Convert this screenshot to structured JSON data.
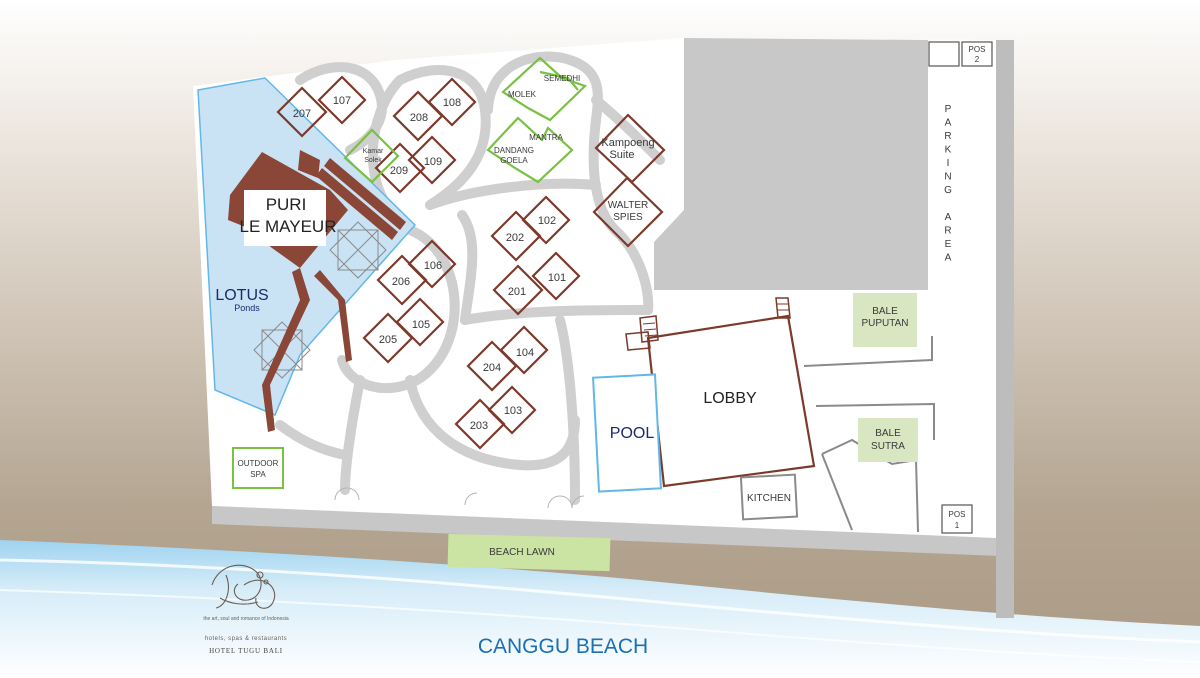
{
  "colors": {
    "sand": "#ad9c87",
    "sand_light": "#e9e1d8",
    "sea": "#cfe8f7",
    "sea_deep": "#8fcbed",
    "pond": "#c9e3f5",
    "pond_edge": "#63b7e7",
    "parking": "#c8c8c8",
    "room_outline": "#7b3a2a",
    "villa_outline": "#79c043",
    "bale_fill": "#d8e7c2",
    "beach_lawn": "#cbe3a3",
    "label_blue": "#1a6fb5",
    "label_navy": "#1c2a6b"
  },
  "rooms": {
    "r107": "107",
    "r207": "207",
    "r108": "108",
    "r208": "208",
    "r109": "109",
    "r209": "209",
    "r102": "102",
    "r202": "202",
    "r101": "101",
    "r201": "201",
    "r106": "106",
    "r206": "206",
    "r105": "105",
    "r205": "205",
    "r104": "104",
    "r204": "204",
    "r103": "103",
    "r203": "203"
  },
  "villas": {
    "semedhi": "SEMEDHI",
    "molek": "MOLEK",
    "mantra": "MANTRA",
    "dandang_1": "DANDANG",
    "dandang_2": "GOELA",
    "kamar_1": "Kamar",
    "kamar_2": "Solek"
  },
  "labels": {
    "puri_1": "PURI",
    "puri_2": "LE MAYEUR",
    "kampoeng_1": "Kampoeng",
    "kampoeng_2": "Suite",
    "walter_1": "WALTER",
    "walter_2": "SPIES",
    "lotus": "LOTUS",
    "ponds": "Ponds",
    "lobby": "LOBBY",
    "pool": "POOL",
    "kitchen": "KITCHEN",
    "bale_puputan_1": "BALE",
    "bale_puputan_2": "PUPUTAN",
    "bale_sutra_1": "BALE",
    "bale_sutra_2": "SUTRA",
    "outdoor_spa_1": "OUTDOOR",
    "outdoor_spa_2": "SPA",
    "pos2_1": "POS",
    "pos2_2": "2",
    "pos1_1": "POS",
    "pos1_2": "1",
    "beach_lawn": "BEACH LAWN",
    "canggu_beach": "CANGGU BEACH",
    "parking": [
      "P",
      "A",
      "R",
      "K",
      "I",
      "N",
      "G",
      "",
      "A",
      "R",
      "E",
      "A"
    ]
  },
  "brand": {
    "tagline": "the art, soul and romance of Indonesia",
    "subline": "hotels, spas & restaurants",
    "name": "HOTEL TUGU BALI"
  }
}
